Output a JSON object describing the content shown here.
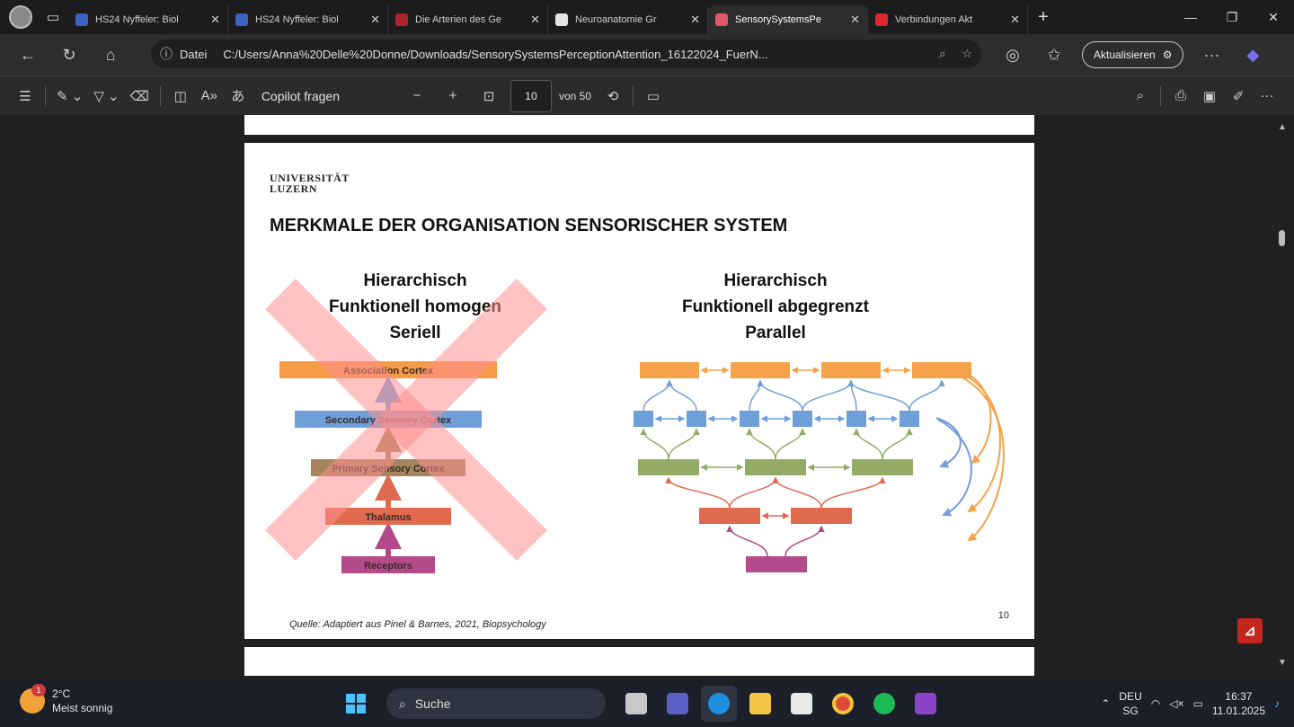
{
  "browser": {
    "tabs": [
      {
        "title": "HS24 Nyffeler: Biol",
        "favicon_color": "#3b63c4",
        "active": false
      },
      {
        "title": "HS24 Nyffeler: Biol",
        "favicon_color": "#3b63c4",
        "active": false
      },
      {
        "title": "Die Arterien des Ge",
        "favicon_color": "#b0252d",
        "active": false
      },
      {
        "title": "Neuroanatomie Gr",
        "favicon_color": "#e5e5e5",
        "active": false
      },
      {
        "title": "SensorySystemsPe",
        "favicon_color": "#e2586a",
        "active": true
      },
      {
        "title": "Verbindungen Akt",
        "favicon_color": "#e0252d",
        "active": false
      }
    ],
    "address": {
      "scheme_label": "Datei",
      "url": "C:/Users/Anna%20Delle%20Donne/Downloads/SensorySystemsPerceptionAttention_16122024_FuerN..."
    },
    "update_button": "Aktualisieren"
  },
  "pdf_toolbar": {
    "copilot_label": "Copilot fragen",
    "current_page": "10",
    "page_count_label": "von 50"
  },
  "slide": {
    "university": [
      "UNIVERSITÄT",
      "LUZERN"
    ],
    "title": "MERKMALE DER ORGANISATION SENSORISCHER SYSTEM",
    "left_heading": [
      "Hierarchisch",
      "Funktionell homogen",
      "Seriell"
    ],
    "right_heading": [
      "Hierarchisch",
      "Funktionell abgegrenzt",
      "Parallel"
    ],
    "left_boxes": [
      {
        "label": "Association Cortex",
        "color": "#f59a45"
      },
      {
        "label": "Secondary Sensory Cortex",
        "color": "#6f9fd8"
      },
      {
        "label": "Primary Sensory Cortex",
        "color": "#a6845c"
      },
      {
        "label": "Thalamus",
        "color": "#e06a4e"
      },
      {
        "label": "Receptors",
        "color": "#b54a8a"
      }
    ],
    "cross_color": "#ff8f8f",
    "right_colors": {
      "association": "#f5a24a",
      "secondary": "#6f9fd8",
      "primary": "#93ab66",
      "thalamus": "#e06a4e",
      "receptors": "#b54a8a"
    },
    "source": "Quelle: Adaptiert aus Pinel & Barnes, 2021, Biopsychology",
    "page_number": "10"
  },
  "taskbar": {
    "weather": {
      "temp": "2°C",
      "desc": "Meist sonnig",
      "badge": "1"
    },
    "search_placeholder": "Suche",
    "lang": [
      "DEU",
      "SG"
    ],
    "time": "16:37",
    "date": "11.01.2025"
  }
}
